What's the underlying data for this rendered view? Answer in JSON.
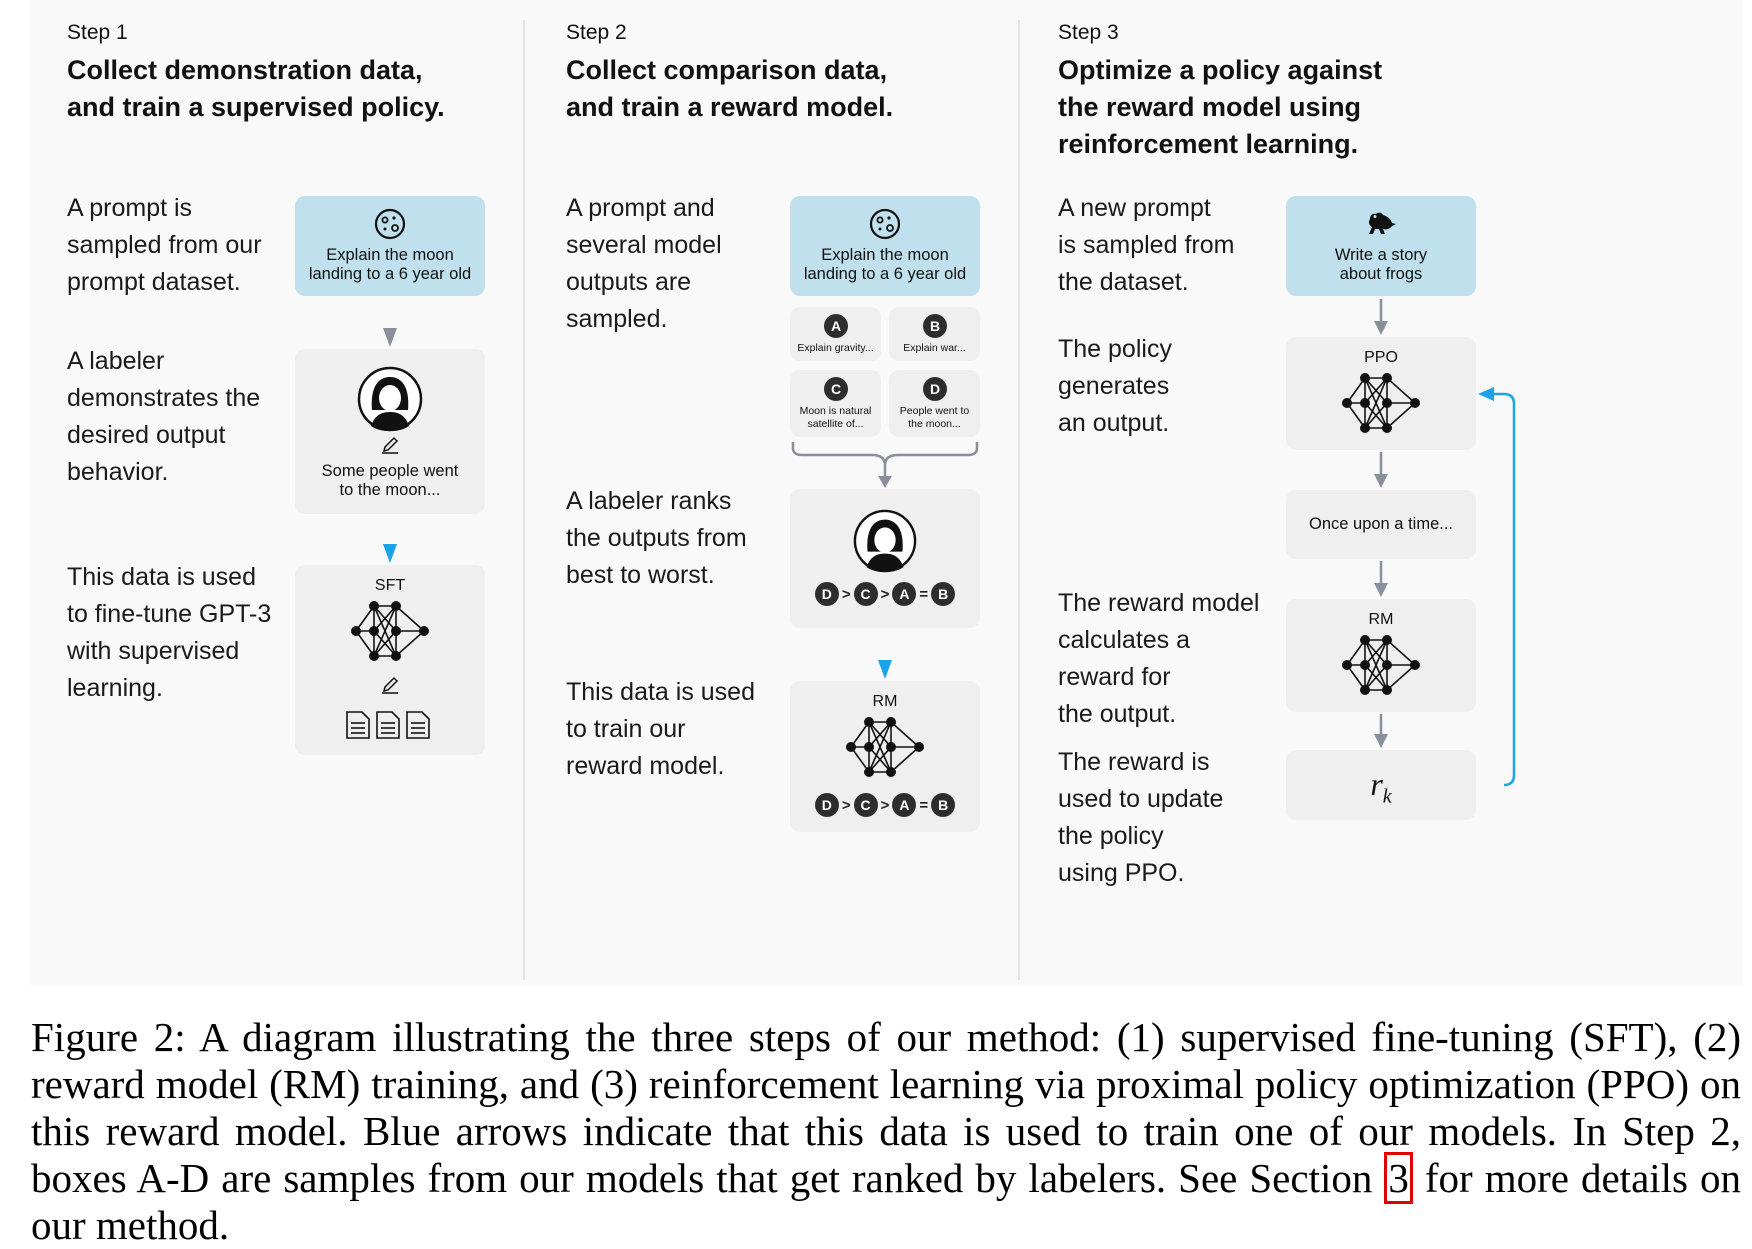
{
  "step1": {
    "label": "Step 1",
    "title_line1": "Collect demonstration data,",
    "title_line2": "and train a supervised policy.",
    "desc1": [
      "A prompt is",
      "sampled from our",
      "prompt dataset."
    ],
    "desc2": [
      "A labeler",
      "demonstrates the",
      "desired output",
      "behavior."
    ],
    "desc3": [
      "This data is used",
      "to fine-tune GPT-3",
      "with supervised",
      "learning."
    ],
    "prompt_line1": "Explain the moon",
    "prompt_line2": "landing to a 6 year old",
    "demo_line1": "Some people went",
    "demo_line2": "to the moon...",
    "model_label": "SFT"
  },
  "step2": {
    "label": "Step 2",
    "title_line1": "Collect comparison data,",
    "title_line2": "and train a reward model.",
    "desc1": [
      "A prompt and",
      "several model",
      "outputs are",
      "sampled."
    ],
    "desc2": [
      "A labeler ranks",
      "the outputs from",
      "best to worst."
    ],
    "desc3": [
      "This data is used",
      "to train our",
      "reward model."
    ],
    "prompt_line1": "Explain the moon",
    "prompt_line2": "landing to a 6 year old",
    "outputs": [
      {
        "letter": "A",
        "line1": "Explain gravity...",
        "line2": ""
      },
      {
        "letter": "B",
        "line1": "Explain war...",
        "line2": ""
      },
      {
        "letter": "C",
        "line1": "Moon is natural",
        "line2": "satellite of..."
      },
      {
        "letter": "D",
        "line1": "People went to",
        "line2": "the moon..."
      }
    ],
    "ranking": [
      "D",
      ">",
      "C",
      ">",
      "A",
      "=",
      "B"
    ],
    "model_label": "RM"
  },
  "step3": {
    "label": "Step 3",
    "title_line1": "Optimize a policy against",
    "title_line2": "the reward model using",
    "title_line3": "reinforcement learning.",
    "desc1": [
      "A new prompt",
      "is sampled from",
      "the dataset."
    ],
    "desc2": [
      "The policy",
      "generates",
      "an output."
    ],
    "desc3": [
      "The reward model",
      "calculates a",
      "reward for",
      "the output."
    ],
    "desc4": [
      "The reward is",
      "used to update",
      "the policy",
      "using PPO."
    ],
    "prompt_line1": "Write a story",
    "prompt_line2": "about frogs",
    "policy_label": "PPO",
    "output_text": "Once upon a time...",
    "rm_label": "RM",
    "reward_symbol": "r",
    "reward_subscript": "k"
  },
  "colors": {
    "prompt_box": "#bfe0ec",
    "card": "#efefef",
    "gray_arrow": "#8a8f9c",
    "blue_arrow": "#1ba3e8",
    "badge": "#2d2d2d",
    "ref_box": "#e00000"
  },
  "caption": {
    "part1": "Figure 2: A diagram illustrating the three steps of our method: (1) supervised fine-tuning (SFT), (2) reward model (RM) training, and (3) reinforcement learning via proximal policy optimization (PPO) on this reward model. Blue arrows indicate that this data is used to train one of our models. In Step 2, boxes A-D are samples from our models that get ranked by labelers. See Section",
    "ref": "3",
    "part2": "for more details on our method."
  }
}
